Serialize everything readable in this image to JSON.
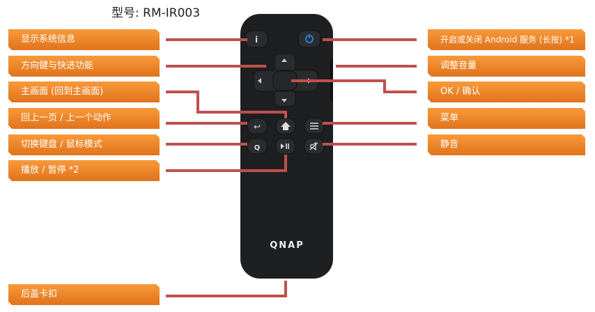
{
  "model_label": "型号: RM-IR003",
  "left_labels": [
    "显示系统信息",
    "方向键与快进功能",
    "主画面 (回到主画面)",
    "回上一页 / 上一个动作",
    "切换键盘 / 鼠标模式",
    "播放 / 暂停 *2",
    "后盖卡扣"
  ],
  "right_labels": [
    "开启或关闭 Android 服务 (长按) *1",
    "调整音量",
    "OK / 确认",
    "菜单",
    "静音"
  ],
  "remote": {
    "logo": "QNAP",
    "info_glyph": "i",
    "q_glyph": "Q"
  },
  "colors": {
    "label_orange": "#f28a2e",
    "leader_line": "#c0504d",
    "remote_body": "#1e1f21",
    "power_blue": "#2b7fd6"
  }
}
